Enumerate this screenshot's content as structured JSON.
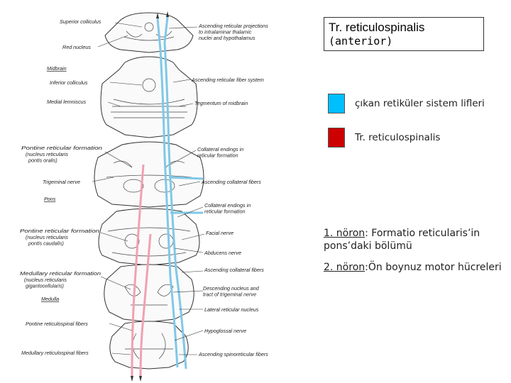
{
  "title_box": {
    "title": "Tr. reticulospinalis",
    "subtitle": "(anterior)"
  },
  "legend": [
    {
      "text": "çıkan retiküler sistem lifleri",
      "color": "#00bfff"
    },
    {
      "text": "Tr. reticulospinalis",
      "color": "#cc0000"
    }
  ],
  "notes": [
    {
      "underlined": "1. nöron",
      "rest": ": Formatio reticularis’in pons’daki bölümü"
    },
    {
      "underlined": "2. nöron",
      "rest": ":Ön boynuz motor hücreleri"
    }
  ],
  "diagram_labels": {
    "superior_colliculus": "Superior colliculus",
    "red_nucleus": "Red nucleus",
    "midbrain": "Midbrain",
    "inferior_colliculus": "Inferior colliculus",
    "medial_lemniscus": "Medial lemniscus",
    "pontine_reticular_formation": "Pontine reticular formation",
    "nucleus_reticularis_oralis": "(nucleus reticularis pontis oralis)",
    "trigeminal_nerve": "Trigeminal nerve",
    "pons": "Pons",
    "pontine_reticular_formation_2": "Pontine reticular formation",
    "nucleus_reticularis_caudalis": "(nucleus reticularis pontis caudalis)",
    "medullary_reticular_formation": "Medullary reticular formation",
    "nucleus_gigantocellularis": "(nucleus reticularis gigantocellularis)",
    "medulla": "Medulla",
    "pontine_reticulospinal_fibers": "Pontine reticulospinal fibers",
    "medullary_reticulospinal_fibers": "Medullary reticulospinal fibers",
    "ascending_reticular_projections": "Ascending reticular projections to intralaminar thalamic nuclei and hypothalamus",
    "ascending_reticular_fiber_system": "Ascending reticular fiber system",
    "tegmentum_of_midbrain": "Tegmentum of midbrain",
    "collateral_endings_reticular_formation": "Collateral endings in reticular formation",
    "ascending_collateral_fibers": "Ascending collateral fibers",
    "collateral_endings_reticular_formation_2": "Collateral endings in reticular formation",
    "facial_nerve": "Facial nerve",
    "abducens_nerve": "Abducens nerve",
    "ascending_collateral_fibers_2": "Ascending collateral fibers",
    "descending_nucleus_trigeminal": "Descending nucleus and tract of trigeminal nerve",
    "lateral_reticular_nucleus": "Lateral reticular nucleus",
    "hypoglossal_nerve": "Hypoglossal nerve",
    "ascending_spinoreticular_fibers": "Ascending spinoreticular fibers"
  }
}
